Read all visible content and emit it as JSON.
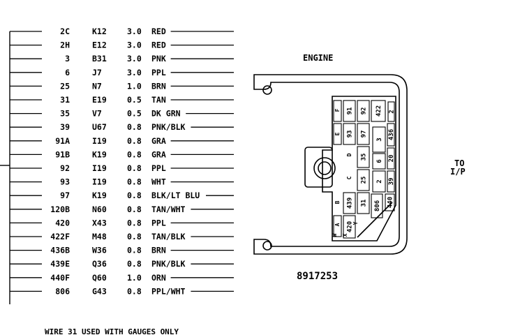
{
  "wiring_rows": [
    {
      "circuit": "2C",
      "cavity": "K12",
      "gauge": "3.0",
      "color": "RED"
    },
    {
      "circuit": "2H",
      "cavity": "E12",
      "gauge": "3.0",
      "color": "RED"
    },
    {
      "circuit": "3",
      "cavity": "B31",
      "gauge": "3.0",
      "color": "PNK"
    },
    {
      "circuit": "6",
      "cavity": "J7",
      "gauge": "3.0",
      "color": "PPL"
    },
    {
      "circuit": "25",
      "cavity": "N7",
      "gauge": "1.0",
      "color": "BRN"
    },
    {
      "circuit": "31",
      "cavity": "E19",
      "gauge": "0.5",
      "color": "TAN"
    },
    {
      "circuit": "35",
      "cavity": "V7",
      "gauge": "0.5",
      "color": "DK GRN"
    },
    {
      "circuit": "39",
      "cavity": "U67",
      "gauge": "0.8",
      "color": "PNK/BLK"
    },
    {
      "circuit": "91A",
      "cavity": "I19",
      "gauge": "0.8",
      "color": "GRA"
    },
    {
      "circuit": "91B",
      "cavity": "K19",
      "gauge": "0.8",
      "color": "GRA"
    },
    {
      "circuit": "92",
      "cavity": "I19",
      "gauge": "0.8",
      "color": "PPL"
    },
    {
      "circuit": "93",
      "cavity": "I19",
      "gauge": "0.8",
      "color": "WHT"
    },
    {
      "circuit": "97",
      "cavity": "K19",
      "gauge": "0.8",
      "color": "BLK/LT BLU"
    },
    {
      "circuit": "120B",
      "cavity": "N60",
      "gauge": "0.8",
      "color": "TAN/WHT"
    },
    {
      "circuit": "420",
      "cavity": "X43",
      "gauge": "0.8",
      "color": "PPL"
    },
    {
      "circuit": "422F",
      "cavity": "M48",
      "gauge": "0.8",
      "color": "TAN/BLK"
    },
    {
      "circuit": "436B",
      "cavity": "W36",
      "gauge": "0.8",
      "color": "BRN"
    },
    {
      "circuit": "439E",
      "cavity": "Q36",
      "gauge": "0.8",
      "color": "PNK/BLK"
    },
    {
      "circuit": "440F",
      "cavity": "Q60",
      "gauge": "1.0",
      "color": "ORN"
    },
    {
      "circuit": "806",
      "cavity": "G43",
      "gauge": "0.8",
      "color": "PPL/WHT"
    }
  ],
  "engine_label": "ENGINE",
  "part_number": "8917253",
  "to_label_line1": "TO",
  "to_label_line2": "I/P",
  "footnote": "WIRE 31 USED WITH GAUGES ONLY",
  "connector": {
    "row_letters": [
      "F",
      "E",
      "D",
      "C",
      "B",
      "A",
      "W",
      "X",
      "Y"
    ],
    "cavities": [
      "91",
      "92",
      "422",
      "2",
      "93",
      "97",
      "3",
      "436",
      "35",
      "6",
      "20",
      "25",
      "39",
      "439",
      "31",
      "806",
      "2",
      "440",
      "420"
    ]
  }
}
